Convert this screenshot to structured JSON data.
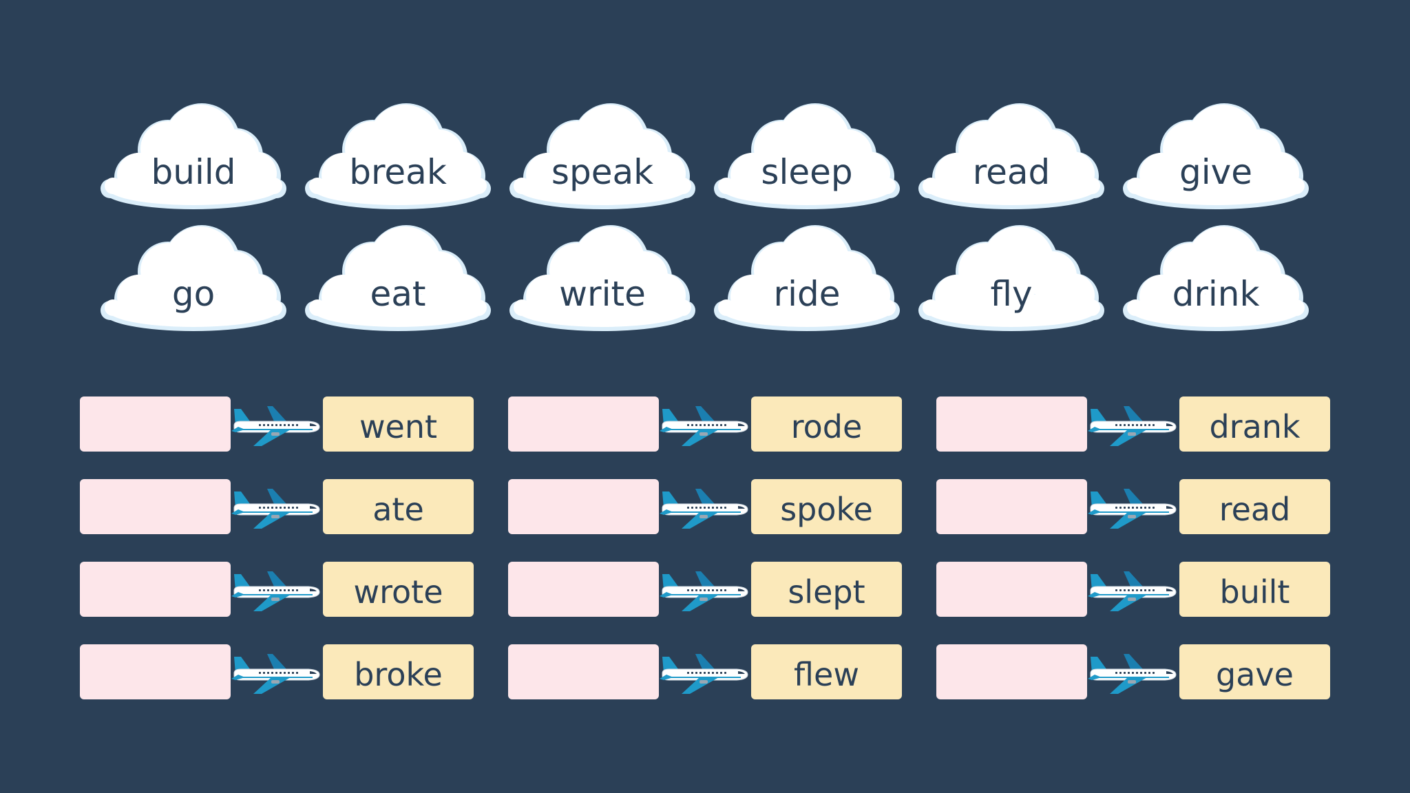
{
  "base_verbs": [
    [
      "build",
      "break",
      "speak",
      "sleep",
      "read",
      "give"
    ],
    [
      "go",
      "eat",
      "write",
      "ride",
      "fly",
      "drink"
    ]
  ],
  "past_columns": [
    [
      "went",
      "ate",
      "wrote",
      "broke"
    ],
    [
      "rode",
      "spoke",
      "slept",
      "flew"
    ],
    [
      "drank",
      "read",
      "built",
      "gave"
    ]
  ],
  "colors": {
    "background": "#2b4057",
    "cloud": "#ffffff",
    "cloud_shade": "#dbeefa",
    "slot": "#fde6ea",
    "answer": "#fbe9ba",
    "text": "#2b4057",
    "plane_accent": "#1f9ac9"
  },
  "icons": {
    "cloud": "cloud-icon",
    "plane": "airplane-icon"
  }
}
